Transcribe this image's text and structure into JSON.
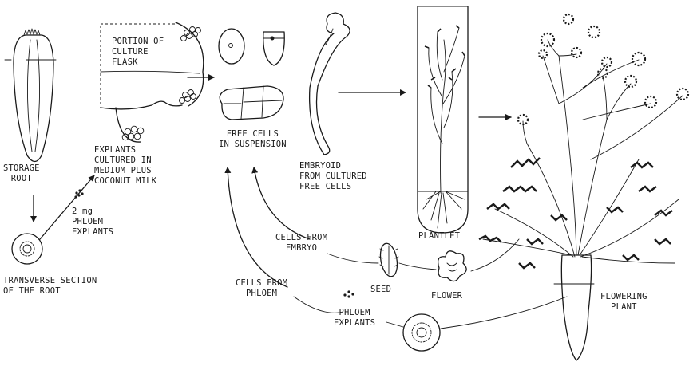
{
  "labels": {
    "storage_root": "STORAGE\nROOT",
    "transverse_section": "TRANSVERSE SECTION\nOF THE ROOT",
    "phloem_explants_2mg": "2 mg\nPHLOEM\nEXPLANTS",
    "portion_of_flask": "PORTION OF\nCULTURE\nFLASK",
    "explants_cultured": "EXPLANTS\nCULTURED IN\nMEDIUM PLUS\nCOCONUT MILK",
    "free_cells": "FREE CELLS\nIN SUSPENSION",
    "embryoid": "EMBRYOID\nFROM CULTURED\nFREE CELLS",
    "plantlet": "PLANTLET",
    "cells_from_embryo": "CELLS FROM\nEMBRYO",
    "cells_from_phloem": "CELLS FROM\nPHLOEM",
    "seed": "SEED",
    "flower": "FLOWER",
    "phloem_explants": "PHLOEM\nEXPLANTS",
    "flowering_plant": "FLOWERING\nPLANT"
  }
}
